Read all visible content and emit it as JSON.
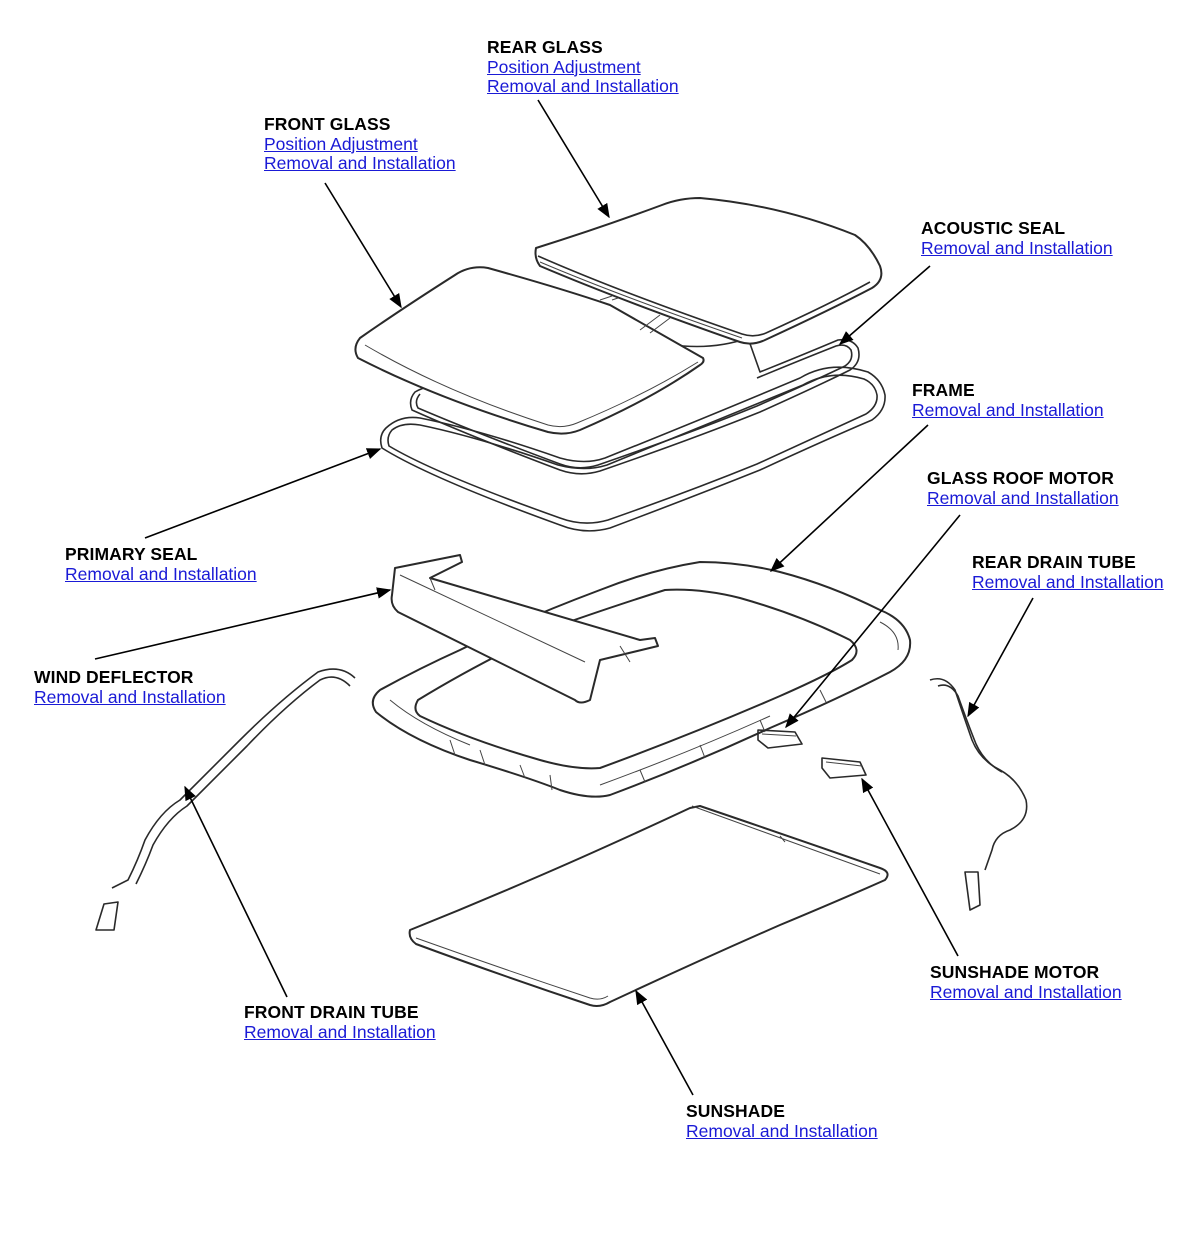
{
  "callouts": {
    "rear_glass": {
      "title": "REAR GLASS",
      "links": [
        "Position Adjustment",
        "Removal and Installation"
      ]
    },
    "front_glass": {
      "title": "FRONT GLASS",
      "links": [
        "Position Adjustment",
        "Removal and Installation"
      ]
    },
    "acoustic_seal": {
      "title": "ACOUSTIC SEAL",
      "links": [
        "Removal and Installation"
      ]
    },
    "frame": {
      "title": "FRAME",
      "links": [
        "Removal and Installation"
      ]
    },
    "glass_roof_motor": {
      "title": "GLASS ROOF MOTOR",
      "links": [
        "Removal and Installation"
      ]
    },
    "rear_drain_tube": {
      "title": "REAR DRAIN TUBE",
      "links": [
        "Removal and Installation"
      ]
    },
    "primary_seal": {
      "title": "PRIMARY SEAL",
      "links": [
        "Removal and Installation"
      ]
    },
    "wind_deflector": {
      "title": "WIND DEFLECTOR",
      "links": [
        "Removal and Installation"
      ]
    },
    "sunshade_motor": {
      "title": "SUNSHADE MOTOR",
      "links": [
        "Removal and Installation"
      ]
    },
    "front_drain_tube": {
      "title": "FRONT DRAIN TUBE",
      "links": [
        "Removal and Installation"
      ]
    },
    "sunshade": {
      "title": "SUNSHADE",
      "links": [
        "Removal and Installation"
      ]
    }
  },
  "colors": {
    "link": "#1a1ad6",
    "text": "#000000",
    "line": "#2a2a2a"
  }
}
